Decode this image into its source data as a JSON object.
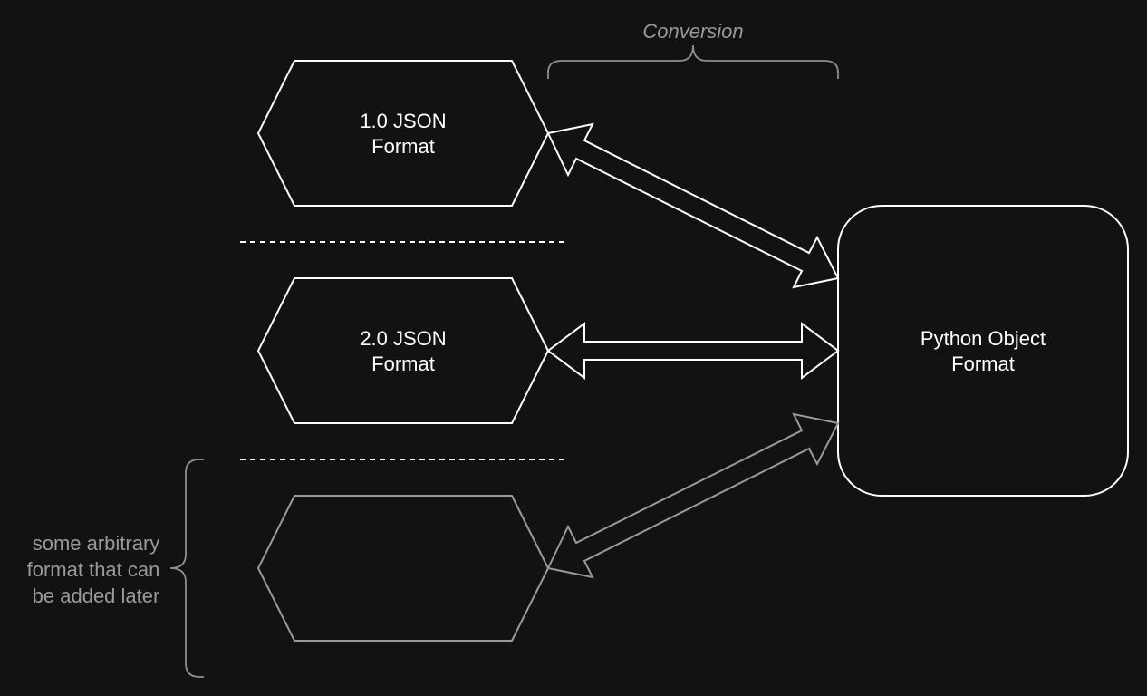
{
  "diagram": {
    "conversion_label": "Conversion",
    "nodes": {
      "json_v1": {
        "line1": "1.0 JSON",
        "line2": "Format"
      },
      "json_v2": {
        "line1": "2.0 JSON",
        "line2": "Format"
      },
      "python_object": {
        "line1": "Python Object",
        "line2": "Format"
      },
      "future_format": {
        "annotation": [
          "some arbitrary",
          "format that can",
          "be added later"
        ]
      }
    }
  },
  "colors": {
    "background": "#121212",
    "primary_stroke": "#ffffff",
    "secondary_stroke": "#9a9a9a",
    "text_primary": "#ffffff",
    "text_secondary": "#9a9a9a"
  }
}
